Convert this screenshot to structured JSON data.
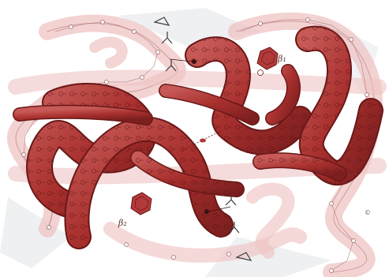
{
  "illustration": {
    "subject": "hemoglobin-ribbon",
    "colors": {
      "background": "#ffffff",
      "faint_background": "#d9dde3",
      "ghost_helix": "#efc3c3",
      "ghost_outline": "#c78f8f",
      "dark_helix": "#b4413f",
      "dark_outline": "#6a1818",
      "heme": "#b23a3a"
    },
    "labels": {
      "beta1": "β₁",
      "beta2": "β₂",
      "copyright": "©"
    }
  }
}
